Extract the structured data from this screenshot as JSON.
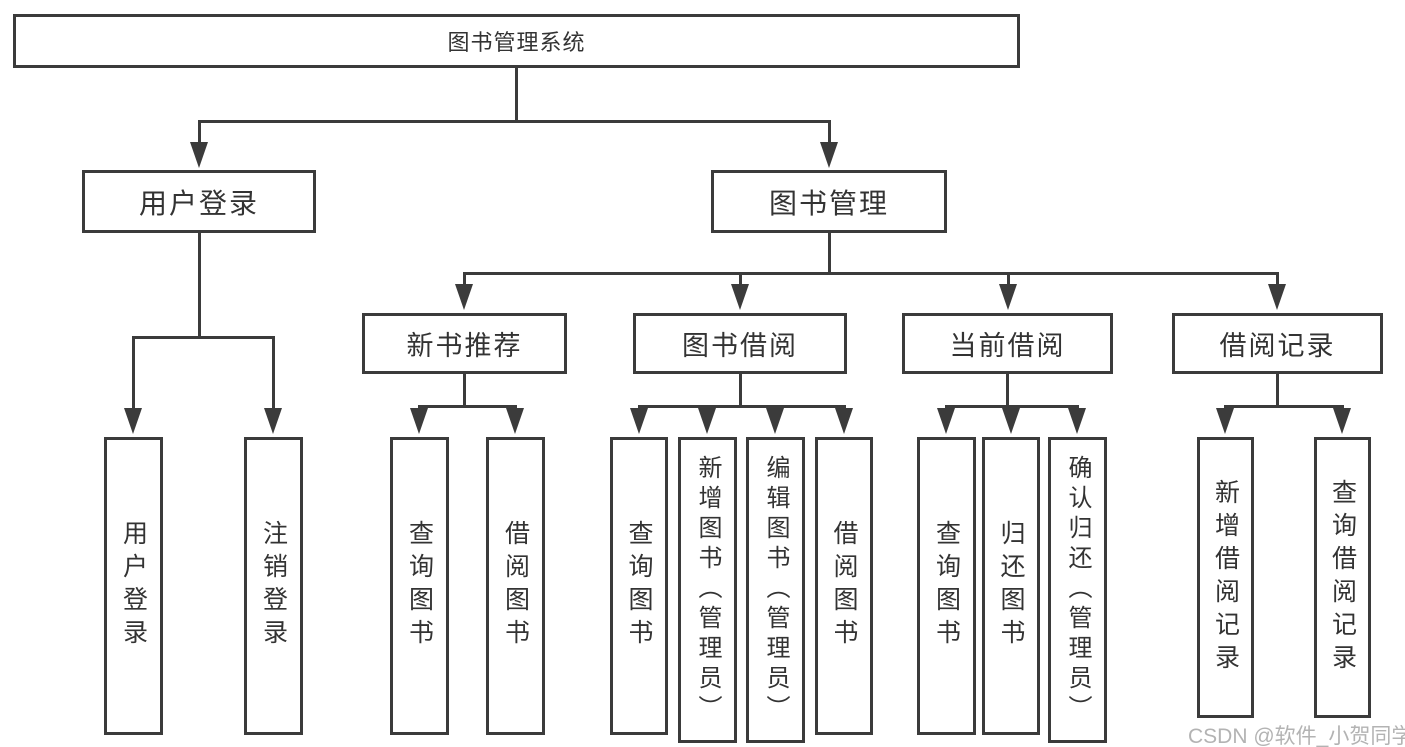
{
  "diagram": {
    "title": "图书管理系统",
    "root": {
      "label": "图书管理系统"
    },
    "level2": [
      {
        "label": "用户登录"
      },
      {
        "label": "图书管理"
      }
    ],
    "level3": [
      {
        "label": "新书推荐"
      },
      {
        "label": "图书借阅"
      },
      {
        "label": "当前借阅"
      },
      {
        "label": "借阅记录"
      }
    ],
    "leaves": {
      "user": [
        "用户登录",
        "注销登录"
      ],
      "recommend": [
        "查询图书",
        "借阅图书"
      ],
      "borrow": [
        "查询图书",
        "新增图书（管理员）",
        "编辑图书（管理员）",
        "借阅图书"
      ],
      "current": [
        "查询图书",
        "归还图书",
        "确认归还（管理员）"
      ],
      "records": [
        "新增借阅记录",
        "查询借阅记录"
      ]
    }
  },
  "watermark": {
    "text": "CSDN @软件_小贺同学"
  },
  "colors": {
    "line": "#3b3b3b",
    "text": "#333333",
    "watermark": "#b3b3b3",
    "background": "#ffffff"
  }
}
